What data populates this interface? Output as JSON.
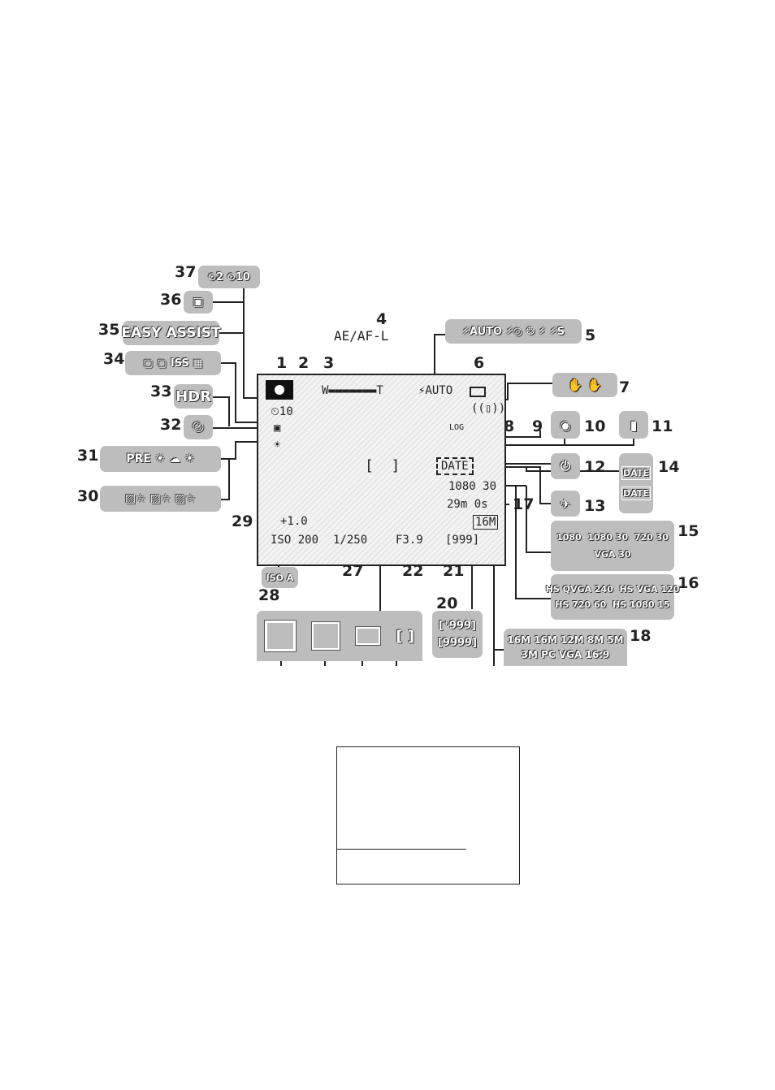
{
  "labels": {
    "n1": "1",
    "n2": "2",
    "n3": "3",
    "n4": "4",
    "n5": "5",
    "n6": "6",
    "n7": "7",
    "n8": "8",
    "n9": "9",
    "n10": "10",
    "n11": "11",
    "n12": "12",
    "n13": "13",
    "n14": "14",
    "n15": "15",
    "n16": "16",
    "n17": "17",
    "n18": "18",
    "n20": "20",
    "n21": "21",
    "n22": "22",
    "n27": "27",
    "n28": "28",
    "n29": "29",
    "n30": "30",
    "n31": "31",
    "n32": "32",
    "n33": "33",
    "n34": "34",
    "n35": "35",
    "n36": "36",
    "n37": "37"
  },
  "indicators": {
    "ae_af_lock": "AE/AF-L",
    "easy_assist": "EASY ASSIST",
    "hdr": "HDR",
    "self_timer_opts": "⏲2 ⏲10",
    "flash_opts": "⚡AUTO ⚡◎ ❂ ⚡ ⚡S",
    "flash_auto": "⚡AUTO",
    "self_timer": "⏲10",
    "log": "LOG",
    "date_stamp": "DATE",
    "video_mode": "1080 30",
    "rec_time": "29m 0s",
    "image_size": "16M",
    "exposure_comp": "+1.0",
    "iso": "ISO 200",
    "shutter": "1/250",
    "aperture": "F3.9",
    "remaining_shots": "[999]",
    "remaining_alt1": "[⁺999]",
    "remaining_alt2": "[9999]",
    "preset_row": "PRE ☀ ☁ ☀",
    "pre": "PRE",
    "date_a": "DATE",
    "date_b": "DATE",
    "v15_a": "1080",
    "v15_b": "1080 30",
    "v15_c": "720 30",
    "v15_d": "VGA 30",
    "hs_a": "HS QVGA 240",
    "hs_b": "HS VGA 120",
    "hs_c": "HS 720 60",
    "hs_d": "HS 1080 15",
    "size_row1": "16M 16M 12M 8M 5M",
    "size_row2": "3M PC VGA 16:9"
  },
  "colors": {
    "pill": "#bdbdbd",
    "ink": "#222222"
  }
}
